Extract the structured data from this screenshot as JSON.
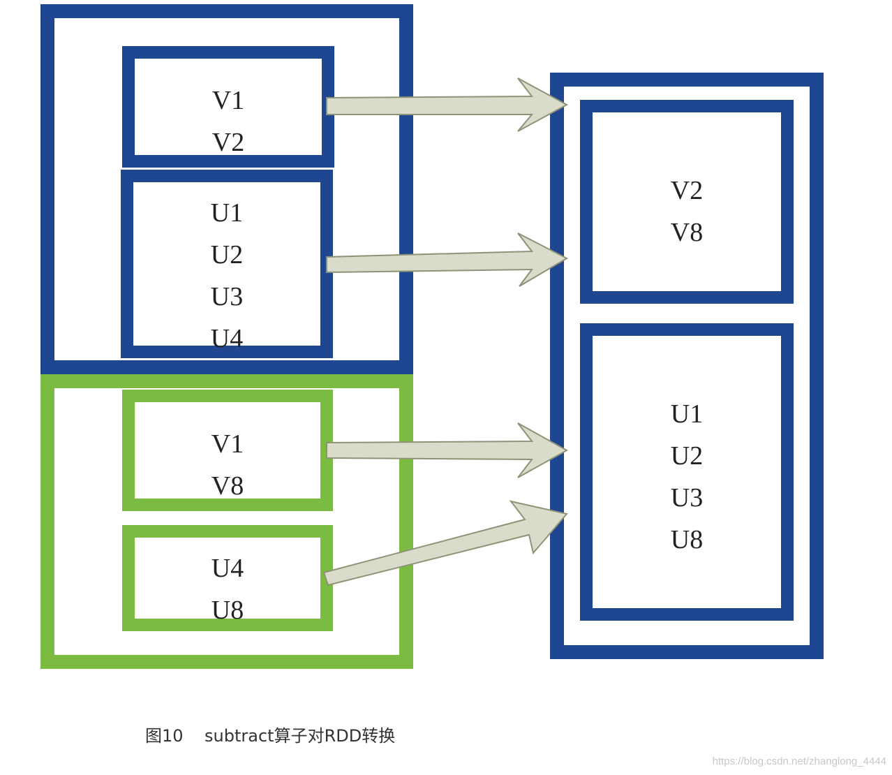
{
  "left": {
    "rdd1": {
      "partition1": [
        "V1",
        "V2"
      ],
      "partition2": [
        "U1",
        "U2",
        "U3",
        "U4"
      ]
    },
    "rdd2": {
      "partition1": [
        "V1",
        "V8"
      ],
      "partition2": [
        "U4",
        "U8"
      ]
    }
  },
  "right": {
    "result": {
      "partition1": [
        "V2",
        "V8"
      ],
      "partition2": [
        "U1",
        "U2",
        "U3",
        "U8"
      ]
    }
  },
  "caption": "图10    subtract算子对RDD转换",
  "watermark": "https://blog.csdn.net/zhanglong_4444",
  "colors": {
    "blue": "#1f4791",
    "green": "#7bbb41",
    "arrow_fill": "#d9dccb",
    "arrow_stroke": "#8e9378"
  }
}
